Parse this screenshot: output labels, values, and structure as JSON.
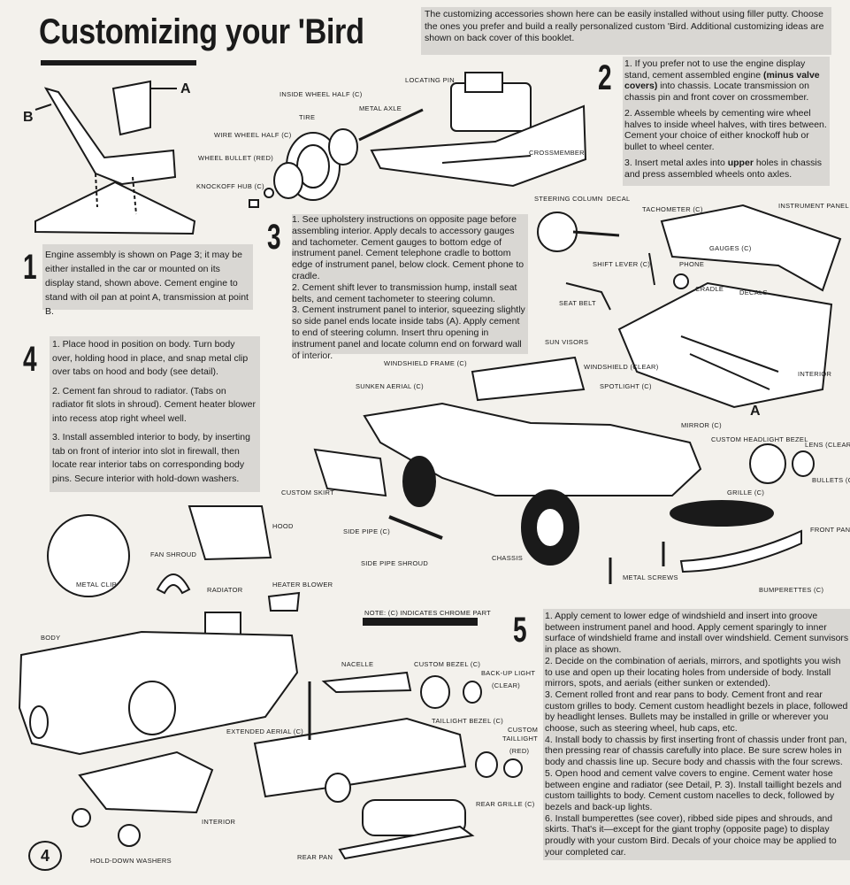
{
  "title": "Customizing your 'Bird",
  "intro": "The customizing accessories shown here can be easily installed without using filler putty. Choose the ones you prefer and build a really personalized custom 'Bird. Additional customizing ideas are shown on back cover of this booklet.",
  "steps": {
    "s1": {
      "num": "1",
      "text": "Engine assembly is shown on Page 3; it may be either installed in the car or mounted on its display stand, shown above. Cement engine to stand with oil pan at point A, transmission at point B."
    },
    "s2": {
      "num": "2",
      "p1a": "1.  If you prefer not to use the engine display stand, cement assembled engine ",
      "p1b": "(minus valve covers)",
      "p1c": " into chassis. Locate transmission on chassis pin and front cover on crossmember.",
      "p2": "2.  Assemble wheels by cementing wire wheel halves to inside wheel halves, with tires between. Cement your choice of either knockoff hub or bullet to wheel center.",
      "p3a": "3.  Insert metal axles into ",
      "p3b": "upper",
      "p3c": " holes in chassis and press assembled wheels onto axles."
    },
    "s3": {
      "num": "3",
      "p1": "1.  See upholstery instructions on opposite page before assembling interior. Apply decals to accessory gauges and tachometer. Cement gauges to bottom edge of instrument panel. Cement telephone cradle to bottom edge of instrument panel, below clock. Cement phone to cradle.",
      "p2": "2.  Cement shift lever to transmission hump, install seat belts, and cement tachometer to steering column.",
      "p3": "3.  Cement instrument panel to interior, squeezing slightly so side panel ends locate inside tabs (A). Apply cement to end of steering column. Insert thru opening in instrument panel and locate column end on forward wall of interior."
    },
    "s4": {
      "num": "4",
      "p1": "1.  Place hood in position on body. Turn body over, holding hood in place, and snap metal clip over tabs on hood and body (see detail).",
      "p2": "2.  Cement fan shroud to radiator. (Tabs on radiator fit slots in shroud). Cement heater blower into recess atop right wheel well.",
      "p3": "3.  Install assembled interior to body, by inserting tab on front of interior into slot in firewall, then locate rear interior tabs on corresponding body pins. Secure interior with hold-down washers."
    },
    "s5": {
      "num": "5",
      "p1": "1.  Apply cement to lower edge of windshield and insert into groove between instrument panel and hood. Apply cement sparingly to inner surface of windshield frame and install over windshield. Cement sunvisors in place as shown.",
      "p2": "2.  Decide on the combination of aerials, mirrors, and spotlights you wish to use and open up their locating holes from underside of body. Install mirrors, spots, and aerials (either sunken or extended).",
      "p3": "3.  Cement rolled front and rear pans to body. Cement front and rear custom grilles to body. Cement custom headlight bezels in place, followed by headlight lenses. Bullets may be installed in grille or wherever you choose, such as steering wheel, hub caps, etc.",
      "p4": "4.  Install body to chassis by first inserting front of chassis under front pan, then pressing rear of chassis carefully into place. Be sure screw holes in body and chassis line up. Secure body and chassis with the four screws.",
      "p5": "5.  Open hood and cement valve covers to engine.  Cement  water hose between engine and radiator (see Detail, P. 3).  Install taillight bezels and custom taillights to body. Cement custom nacelles to deck, followed by bezels and back-up lights.",
      "p6": "6.  Install bumperettes (see cover), ribbed side pipes and shrouds, and skirts. That's it—except for the giant trophy (opposite page) to display proudly with your custom Bird. Decals of your choice may be applied to your completed car."
    }
  },
  "letters": {
    "a": "A",
    "b": "B",
    "a2": "A"
  },
  "labels": {
    "locating_pin": "LOCATING PIN",
    "inside_wheel_half": "INSIDE WHEEL HALF (C)",
    "metal_axle": "METAL AXLE",
    "tire": "TIRE",
    "wire_wheel_half": "WIRE WHEEL HALF (C)",
    "wheel_bullet": "WHEEL BULLET (RED)",
    "knockoff_hub": "KNOCKOFF HUB (C)",
    "crossmember": "CROSSMEMBER",
    "steering_column": "STEERING COLUMN",
    "decal": "DECAL",
    "tachometer": "TACHOMETER (C)",
    "instrument_panel": "INSTRUMENT PANEL",
    "gauges": "GAUGES (C)",
    "shift_lever": "SHIFT LEVER (C)",
    "phone": "PHONE",
    "cradle": "CRADLE",
    "decals": "DECALS",
    "seat_belt": "SEAT BELT",
    "interior_top": "INTERIOR",
    "sun_visors": "SUN VISORS",
    "windshield_frame": "WINDSHIELD FRAME (C)",
    "windshield": "WINDSHIELD (CLEAR)",
    "sunken_aerial": "SUNKEN AERIAL (C)",
    "spotlight": "SPOTLIGHT (C)",
    "mirror": "MIRROR (C)",
    "custom_headlight_bezel": "CUSTOM HEADLIGHT BEZEL",
    "lens": "LENS (CLEAR)",
    "bullets": "BULLETS (C)",
    "grille": "GRILLE (C)",
    "front_pan": "FRONT PAN",
    "custom_skirt": "CUSTOM SKIRT",
    "side_pipe": "SIDE PIPE   (C)",
    "side_pipe_shroud": "SIDE PIPE SHROUD",
    "chassis": "CHASSIS",
    "metal_screws": "METAL SCREWS",
    "bumperettes": "BUMPERETTES (C)",
    "hood": "HOOD",
    "fan_shroud": "FAN SHROUD",
    "metal_clip": "METAL CLIP",
    "radiator": "RADIATOR",
    "heater_blower": "HEATER BLOWER",
    "note": "NOTE: (C) INDICATES CHROME PART",
    "body": "BODY",
    "nacelle": "NACELLE",
    "custom_bezel": "CUSTOM BEZEL (C)",
    "backup_light": "BACK-UP LIGHT",
    "backup_light_clear": "(CLEAR)",
    "taillight_bezel": "TAILLIGHT BEZEL (C)",
    "custom_taillight": "CUSTOM",
    "custom_taillight2": "TAILLIGHT",
    "custom_taillight3": "(RED)",
    "extended_aerial": "EXTENDED AERIAL (C)",
    "rear_grille": "REAR GRILLE (C)",
    "interior_bottom": "INTERIOR",
    "holddown_washers": "HOLD-DOWN WASHERS",
    "rear_pan": "REAR PAN"
  },
  "page_number": "4"
}
